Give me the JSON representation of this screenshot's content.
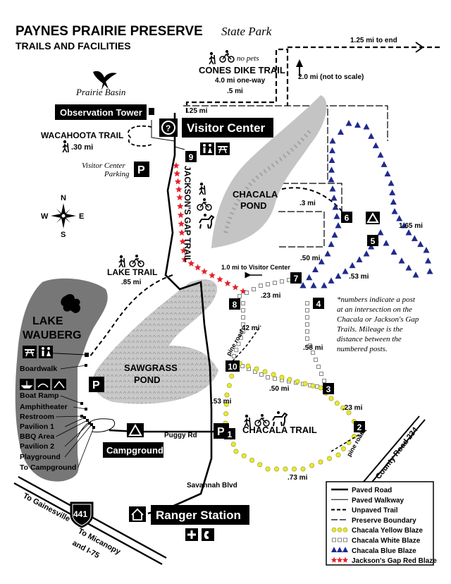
{
  "title": {
    "main": "PAYNES PRAIRIE PRESERVE",
    "italic": "State Park",
    "sub": "TRAILS AND FACILITIES"
  },
  "labels": {
    "prairie_basin": "Prairie Basin",
    "observation_tower": "Observation Tower",
    "visitor_center": "Visitor Center",
    "wacahoota_trail": "WACAHOOTA TRAIL",
    "wacahoota_dist": ".30 mi",
    "visitor_center_parking_1": "Visitor Center",
    "visitor_center_parking_2": "Parking",
    "cones_dike_trail": "CONES DIKE TRAIL",
    "cones_dike_dist": "4.0 mi one-way",
    "no_pets": "no pets",
    "dist_125_end": "1.25 mi to end",
    "dist_20_not_scale": "2.0 mi (not to scale)",
    "dist_5": ".5 mi",
    "dist_25": ".25 mi",
    "chacala_pond_1": "CHACALA",
    "chacala_pond_2": "POND",
    "jacksons_gap_trail": "JACKSON'S GAP TRAIL",
    "dist_3": ".3 mi",
    "dist_165": "1.65 mi",
    "dist_50a": ".50 mi",
    "dist_53a": ".53 mi",
    "to_visitor_center": "1.0 mi to Visitor Center",
    "dist_23a": ".23 mi",
    "lake_trail": "LAKE TRAIL",
    "lake_trail_dist": ".85 mi",
    "lake_wauberg_1": "LAKE",
    "lake_wauberg_2": "WAUBERG",
    "dist_42": ".42 mi",
    "dist_58": ".58 mi",
    "pine_road_1": "pine road",
    "sawgrass_pond_1": "SAWGRASS",
    "sawgrass_pond_2": "POND",
    "dist_50b": ".50 mi",
    "dist_53b": ".53 mi",
    "dist_23b": ".23 mi",
    "chacala_trail": "CHACALA TRAIL",
    "pine_road_2": "pine road",
    "dist_73": ".73 mi",
    "county_road": "County Road 234",
    "puggy_rd": "Puggy Rd",
    "campground": "Campground",
    "savannah_blvd": "Savannah Blvd",
    "ranger_station": "Ranger Station",
    "to_gainesville": "To Gainesville",
    "to_micanopy_1": "To Micanopy",
    "to_micanopy_2": "and I-75",
    "us_441": "441",
    "compass_n": "N",
    "compass_s": "S",
    "compass_e": "E",
    "compass_w": "W"
  },
  "facilities": [
    {
      "label": "Boardwalk"
    },
    {
      "label": "Boat Ramp"
    },
    {
      "label": "Amphitheater"
    },
    {
      "label": "Restroom"
    },
    {
      "label": "Pavilion 1"
    },
    {
      "label": "BBQ Area"
    },
    {
      "label": "Pavilion 2"
    },
    {
      "label": "Playground"
    },
    {
      "label": "To Campground"
    }
  ],
  "posts": [
    "1",
    "2",
    "3",
    "4",
    "5",
    "6",
    "7",
    "8",
    "9",
    "10"
  ],
  "note": {
    "lines": [
      "*numbers indicate a post",
      "at an intersection on the",
      "Chacala or Jackson's Gap",
      "Trails. Mileage is the",
      "distance between the",
      "numbered posts."
    ]
  },
  "legend": [
    {
      "label": "Paved Road",
      "style": "paved-road"
    },
    {
      "label": "Paved Walkway",
      "style": "paved-walkway"
    },
    {
      "label": "Unpaved Trail",
      "style": "unpaved-trail"
    },
    {
      "label": "Preserve Boundary",
      "style": "preserve-boundary"
    },
    {
      "label": "Chacala Yellow Blaze",
      "style": "yellow-blaze"
    },
    {
      "label": "Chacala White Blaze",
      "style": "white-blaze"
    },
    {
      "label": "Chacala Blue Blaze",
      "style": "blue-blaze"
    },
    {
      "label": "Jackson's Gap Red Blaze",
      "style": "red-blaze"
    }
  ],
  "colors": {
    "yellow_blaze": "#e8e832",
    "blue_blaze": "#1f2a8c",
    "red_blaze": "#e4202a",
    "lake": "#7a7a7a",
    "pond": "#c8c8c8",
    "ink": "#000000"
  },
  "icons": [
    "information-icon",
    "restroom-icon",
    "picnic-icon",
    "hiker-icon",
    "bicycle-icon",
    "horse-icon",
    "parking-icon",
    "camping-icon",
    "ranger-house-icon",
    "first-aid-icon",
    "telephone-icon",
    "boat-icon",
    "bird-icon",
    "alligator-icon"
  ]
}
